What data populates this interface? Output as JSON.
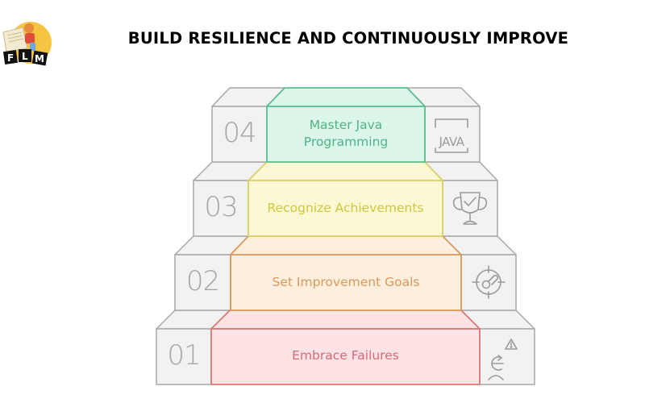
{
  "header": {
    "logo_text": "FLM",
    "title": "BUILD RESILIENCE AND CONTINUOUSLY IMPROVE"
  },
  "steps": [
    {
      "number": "04",
      "label_line1": "Master Java",
      "label_line2": "Programming",
      "icon": "java-icon",
      "icon_text": "JAVA",
      "fill": "#dcf7ea",
      "stroke": "#5bbf8f",
      "text_color": "#4fb383"
    },
    {
      "number": "03",
      "label_line1": "Recognize Achievements",
      "label_line2": "",
      "icon": "trophy-check-icon",
      "fill": "#fdf8d4",
      "stroke": "#d9d066",
      "text_color": "#cfc83a"
    },
    {
      "number": "02",
      "label_line1": "Set Improvement Goals",
      "label_line2": "",
      "icon": "target-goal-icon",
      "fill": "#fdeedd",
      "stroke": "#dc9a5c",
      "text_color": "#d99a5c"
    },
    {
      "number": "01",
      "label_line1": "Embrace Failures",
      "label_line2": "",
      "icon": "person-warning-icon",
      "fill": "#fde3e3",
      "stroke": "#d87878",
      "text_color": "#d66a78"
    }
  ],
  "colors": {
    "gray_fill": "#f2f2f2",
    "gray_stroke": "#a8a8a8",
    "icon_stroke": "#9a9a9a"
  }
}
